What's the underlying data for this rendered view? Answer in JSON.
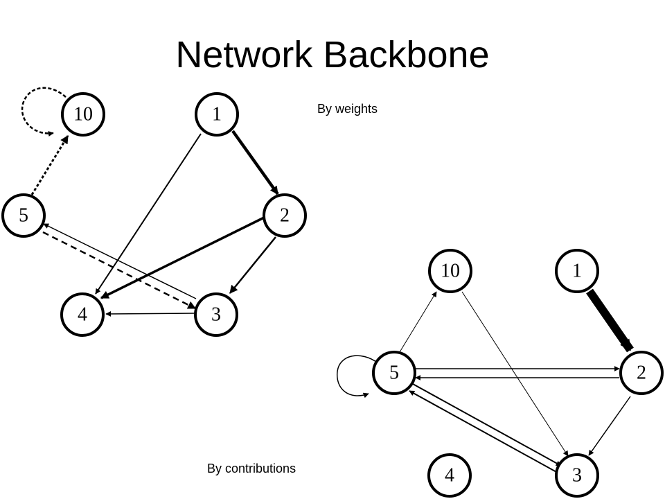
{
  "title": "Network Backbone",
  "captions": {
    "weights": "By weights",
    "contributions": "By contributions"
  },
  "graph_weights": {
    "nodes": [
      "10",
      "1",
      "5",
      "2",
      "4",
      "3"
    ],
    "edges": [
      {
        "from": "1",
        "to": "2",
        "style": "solid",
        "weight": "heavy"
      },
      {
        "from": "1",
        "to": "4",
        "style": "solid",
        "weight": "normal"
      },
      {
        "from": "2",
        "to": "4",
        "style": "solid",
        "weight": "heavy"
      },
      {
        "from": "2",
        "to": "3",
        "style": "solid",
        "weight": "medium"
      },
      {
        "from": "3",
        "to": "4",
        "style": "solid",
        "weight": "light"
      },
      {
        "from": "3",
        "to": "5",
        "style": "solid",
        "weight": "light"
      },
      {
        "from": "5",
        "to": "3",
        "style": "dashed",
        "weight": "medium"
      },
      {
        "from": "5",
        "to": "10",
        "style": "dotted",
        "weight": "medium"
      },
      {
        "from": "10",
        "to": "10",
        "style": "dotted",
        "weight": "medium"
      }
    ]
  },
  "graph_contributions": {
    "nodes": [
      "10",
      "1",
      "5",
      "2",
      "4",
      "3"
    ],
    "edges": [
      {
        "from": "1",
        "to": "2",
        "style": "solid",
        "weight": "very-heavy"
      },
      {
        "from": "5",
        "to": "10",
        "style": "solid",
        "weight": "light"
      },
      {
        "from": "10",
        "to": "3",
        "style": "solid",
        "weight": "light"
      },
      {
        "from": "5",
        "to": "2",
        "style": "solid",
        "weight": "light"
      },
      {
        "from": "2",
        "to": "5",
        "style": "solid",
        "weight": "light"
      },
      {
        "from": "2",
        "to": "3",
        "style": "solid",
        "weight": "light"
      },
      {
        "from": "5",
        "to": "3",
        "style": "solid",
        "weight": "light"
      },
      {
        "from": "3",
        "to": "5",
        "style": "solid",
        "weight": "light"
      },
      {
        "from": "5",
        "to": "5",
        "style": "solid",
        "weight": "light"
      }
    ]
  }
}
